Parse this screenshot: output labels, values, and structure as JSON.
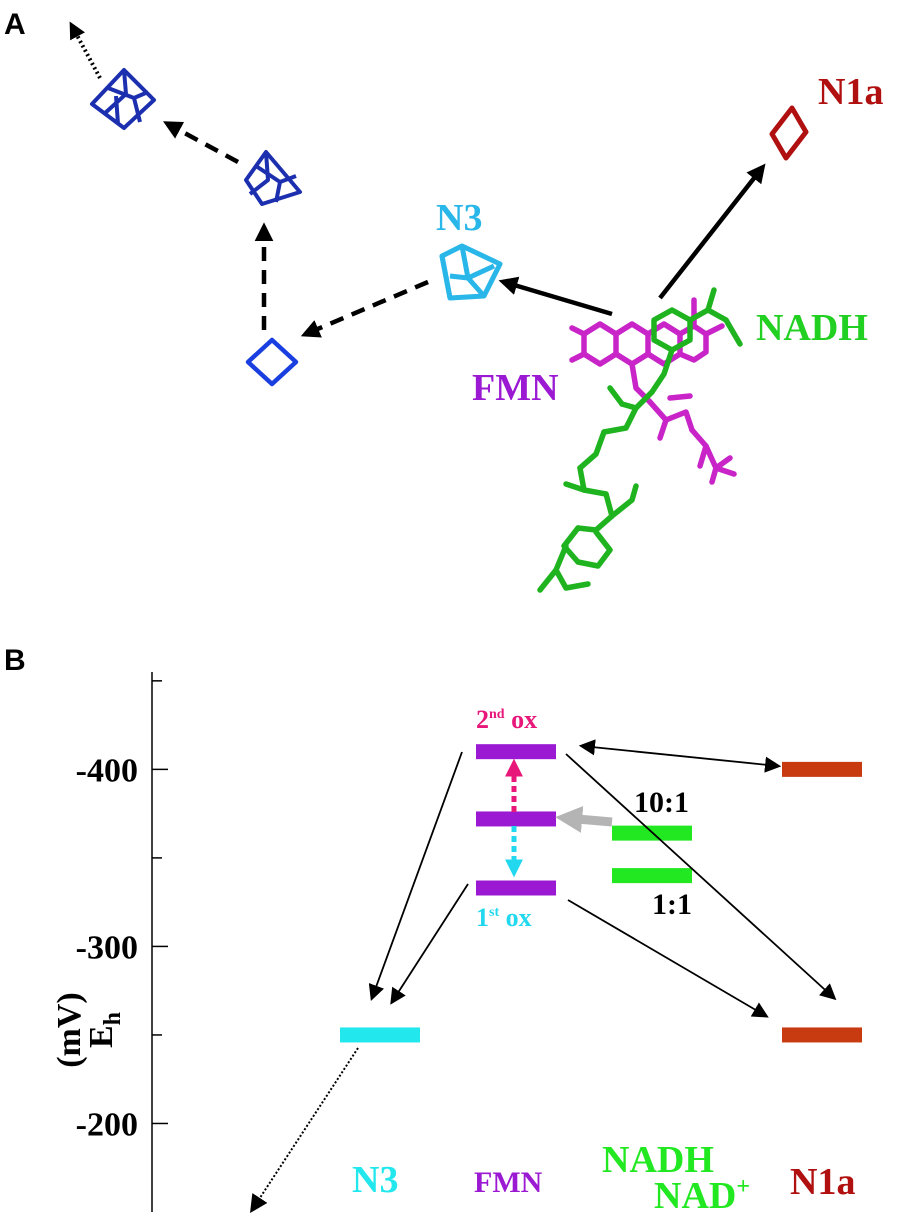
{
  "panel_a": {
    "letter": "A",
    "labels": {
      "n1a": "N1a",
      "n3": "N3",
      "nadh": "NADH",
      "fmn": "FMN"
    },
    "colors": {
      "n1a": "#b01010",
      "n3": "#29b6e8",
      "nadh": "#22d022",
      "fmn": "#9b19d2",
      "cluster_dark_blue": "#1c2fae",
      "cluster_blue": "#1a3fe0",
      "fmn_stick": "#c824c8",
      "nadh_stick": "#1fb41f"
    }
  },
  "panel_b": {
    "letter": "B",
    "axis": {
      "label_main": "E",
      "label_sub": "h",
      "label_unit": "(mV)",
      "ticks": [
        "-400",
        "-300",
        "-200"
      ],
      "reversed": true,
      "ylim": [
        -150,
        -455
      ]
    },
    "levels": {
      "fmn_2nd_ox_value": -410,
      "fmn_mid_value": -372,
      "fmn_1st_ox_value": -333,
      "n3_value": -250,
      "n1a_high_value": -400,
      "n1a_low_value": -250,
      "nadh_101_value": -364,
      "nadh_11_value": -340
    },
    "annotations": {
      "second_ox_main": "2",
      "second_ox_sup": "nd",
      "second_ox_tail": " ox",
      "first_ox_main": "1",
      "first_ox_sup": "st",
      "first_ox_tail": " ox",
      "ratio_101": "10:1",
      "ratio_11": "1:1"
    },
    "species": {
      "n3": "N3",
      "fmn": "FMN",
      "nadh": "NADH",
      "nad_main": "NAD",
      "nad_sup": "+",
      "n1a": "N1a"
    },
    "colors": {
      "n3": "#22e8ee",
      "fmn": "#9b19d2",
      "nadh": "#22e822",
      "n1a": "#c83a10",
      "n1a_text": "#b01010",
      "second_ox": "#e8187a",
      "first_ox": "#22d8ee",
      "nadh_arrow": "#b4b4b4"
    }
  }
}
